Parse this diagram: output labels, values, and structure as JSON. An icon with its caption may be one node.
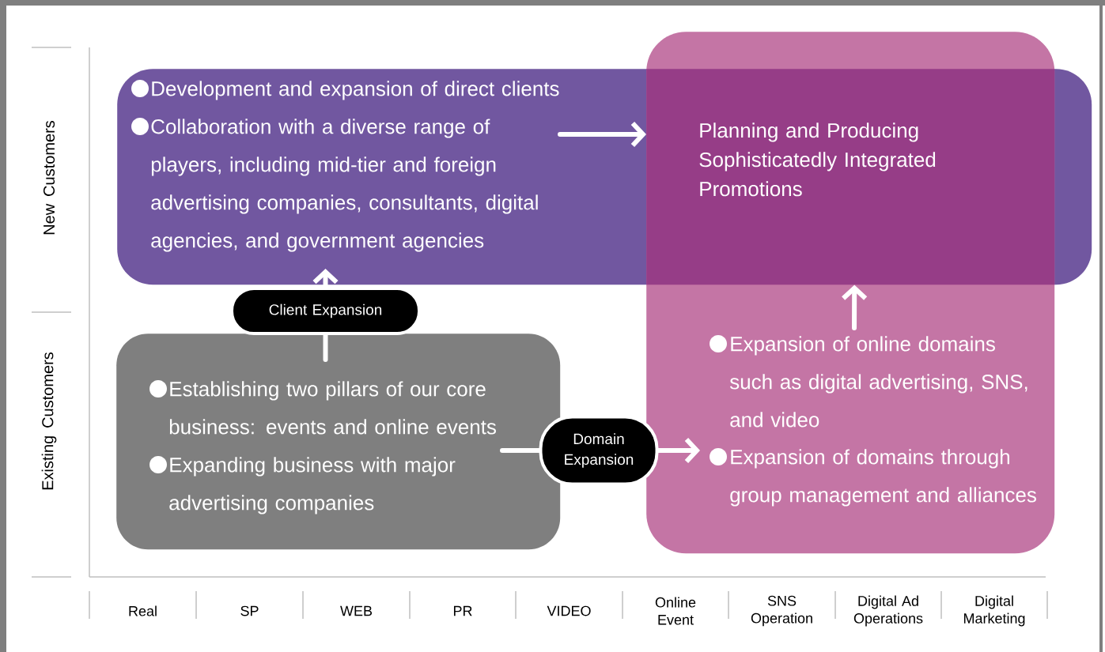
{
  "diagram": {
    "nodes": [
      {
        "text": [
          "Development and expansion of direct clients",
          "Collaboration with a diverse range of players, including mid-tier and foreign advertising companies, consultants, digital agencies, and government agencies"
        ]
      },
      {
        "text": [
          "Planning and Producing Sophisticatedly Integrated Promotions"
        ]
      },
      {
        "text": [
          "Establishing two pillars of our core business: events and online events",
          "Expanding business with major advertising companies"
        ]
      },
      {
        "text": [
          "Expansion of online domains such as digital advertising, SNS, and video",
          "Expansion of domains through group management and alliances"
        ]
      },
      {
        "text": [
          "Client Expansion"
        ]
      },
      {
        "text": [
          "Domain Expansion"
        ]
      }
    ],
    "edges": [
      {
        "from": 0,
        "to": 1,
        "arrow": "to"
      },
      {
        "from": 3,
        "to": 1,
        "arrow": "to"
      },
      {
        "from": 2,
        "to": 4,
        "arrow": "none"
      },
      {
        "from": 4,
        "to": 0,
        "arrow": "to"
      },
      {
        "from": 2,
        "to": 5,
        "arrow": "none"
      },
      {
        "from": 5,
        "to": 3,
        "arrow": "to"
      }
    ],
    "labels": [
      "New Customers",
      "Existing Customers",
      "Real",
      "SP",
      "WEB",
      "PR",
      "VIDEO",
      "Online Event",
      "SNS Operation",
      "Digital Ad Operations",
      "Digital Marketing"
    ]
  }
}
